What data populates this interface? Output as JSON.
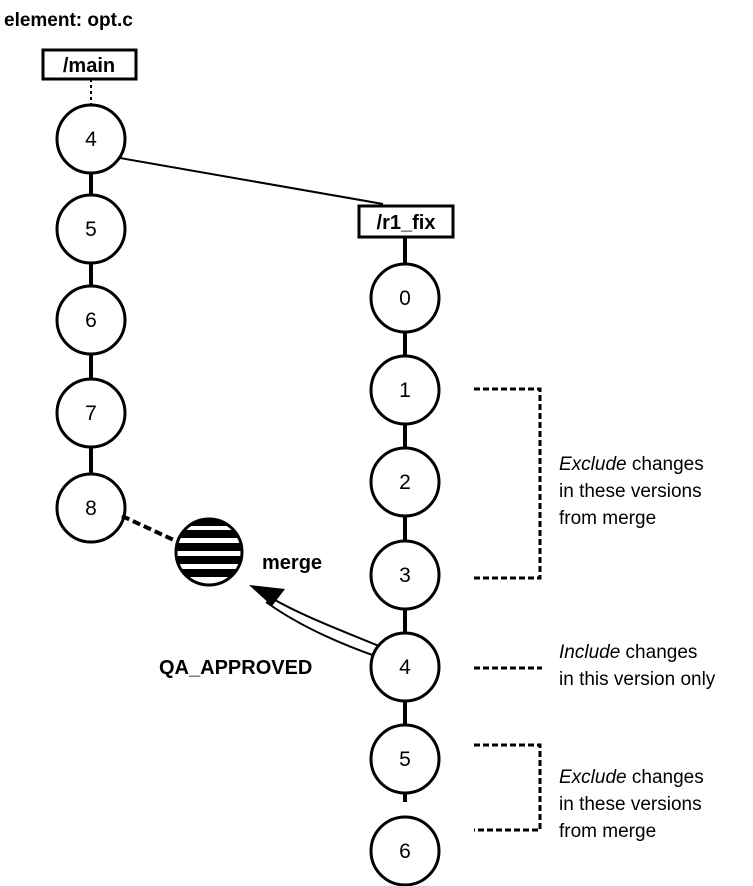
{
  "element_label": "element: opt.c",
  "branches": {
    "main": {
      "label": "/main",
      "versions": [
        "4",
        "5",
        "6",
        "7",
        "8"
      ]
    },
    "r1_fix": {
      "label": "/r1_fix",
      "versions": [
        "0",
        "1",
        "2",
        "3",
        "4",
        "5",
        "6"
      ]
    }
  },
  "merge": {
    "label": "merge"
  },
  "source_label": "QA_APPROVED",
  "annotations": [
    {
      "emphasis": "Exclude",
      "rest_of_first_line": " changes",
      "lines": [
        "in these versions",
        "from merge"
      ]
    },
    {
      "emphasis": "Include",
      "rest_of_first_line": " changes",
      "lines": [
        "in this version only"
      ]
    },
    {
      "emphasis": "Exclude",
      "rest_of_first_line": " changes",
      "lines": [
        "in these versions",
        "from merge"
      ]
    }
  ]
}
